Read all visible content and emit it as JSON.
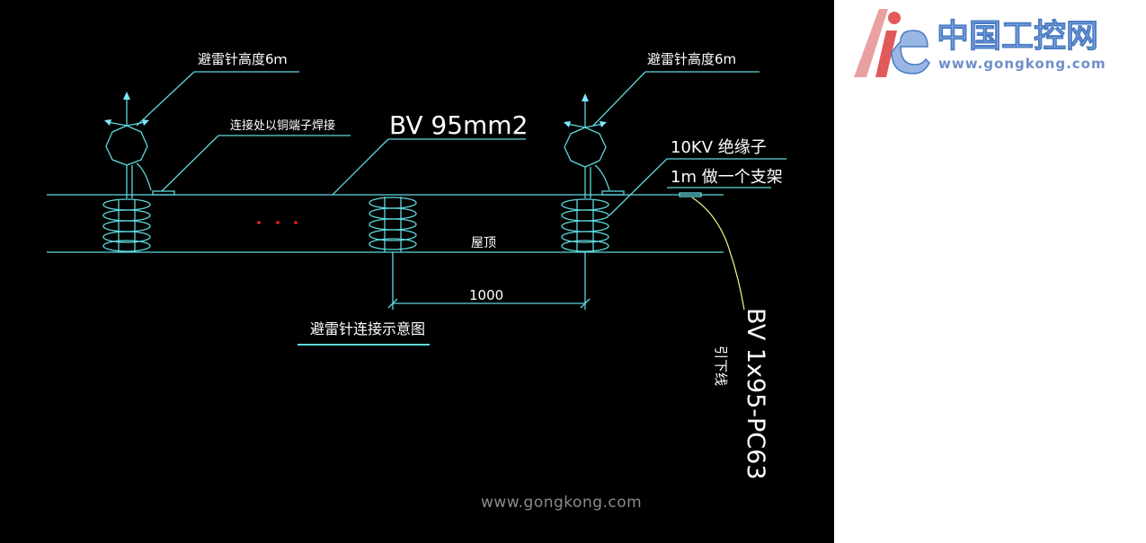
{
  "colors": {
    "background": "#000000",
    "line": "#5fd8dc",
    "text": "#ffffff",
    "leader": "#f4f48c",
    "dots": "#ff2020",
    "arrow": "#7fe8ff",
    "logo_red": "#e05a5a",
    "logo_blue": "#4a7cc4"
  },
  "labels": {
    "rod_height_left": "避雷针高度6ｍ",
    "rod_height_right": "避雷针高度6m",
    "weld_note": "连接处以铜端子焊接",
    "conductor": "BV 95mm2",
    "insulator": "10KV 绝缘子",
    "support": "1m 做一个支架",
    "roof": "屋顶",
    "spacing": "1000",
    "diagram_title": "避雷针连接示意图",
    "down_conductor_spec": "BV 1x95-PC63",
    "down_conductor_label": "引下线"
  },
  "logo": {
    "mark": "ie",
    "name": "中国工控网",
    "url": "www.gongkong.com"
  },
  "watermark": "www.gongkong.com"
}
